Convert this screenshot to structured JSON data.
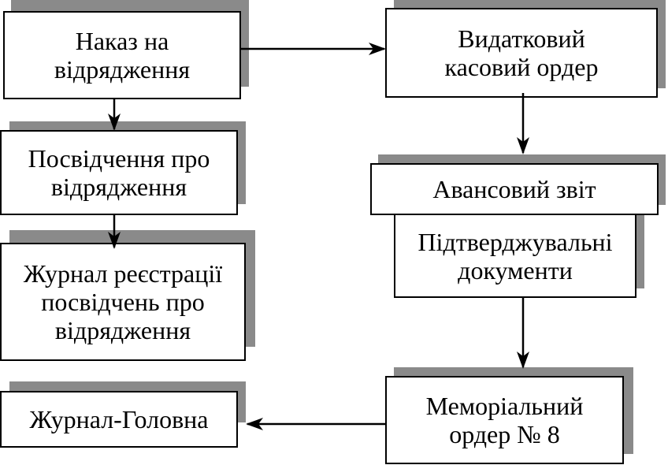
{
  "boxes": {
    "order_travel": {
      "line1": "Наказ на",
      "line2": "відрядження"
    },
    "expense_cash_order": {
      "line1": "Видатковий",
      "line2": "касовий ордер"
    },
    "travel_certificate": {
      "line1": "Посвідчення про",
      "line2": "відрядження"
    },
    "advance_report": {
      "line1": "Авансовий звіт"
    },
    "supporting_docs": {
      "line1": "Підтверджувальні",
      "line2": "документи"
    },
    "cert_register": {
      "line1": "Журнал реєстрації",
      "line2": "посвідчень про",
      "line3": "відрядження"
    },
    "journal_ledger": {
      "line1": "Журнал-Головна"
    },
    "memorial_order": {
      "line1": "Меморіальний",
      "line2": "ордер № 8"
    }
  },
  "colors": {
    "shadow": "#8a8a8a",
    "border": "#000000",
    "arrow": "#000000",
    "background": "#ffffff"
  }
}
